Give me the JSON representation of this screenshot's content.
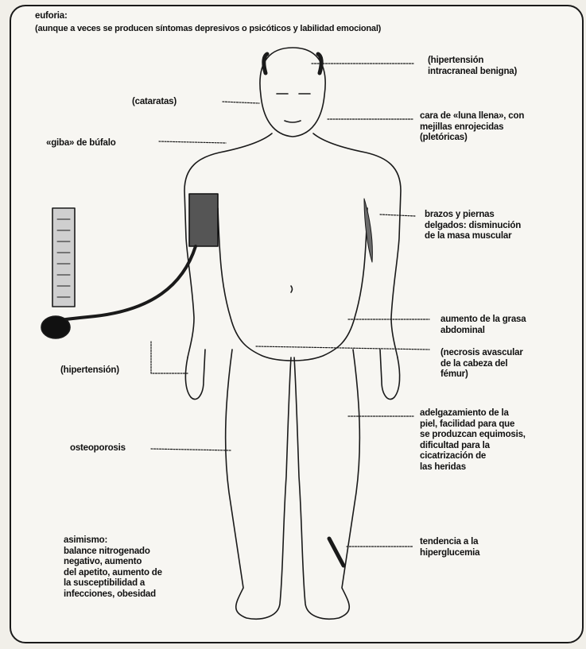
{
  "header": {
    "line1": "euforia:",
    "line2": "(aunque a veces se producen síntomas depresivos o psicóticos y labilidad emocional)"
  },
  "labels": {
    "hipertension_intracraneal": "(hipertensión\nintracraneal benigna)",
    "cataratas": "(cataratas)",
    "cara_luna_llena": "cara de «luna llena», con\nmejillas enrojecidas\n(pletóricas)",
    "giba_bufalo": "«giba» de búfalo",
    "brazos_piernas": "brazos y piernas\ndelgados: disminución\nde la masa muscular",
    "grasa_abdominal": "aumento de la grasa\nabdominal",
    "necrosis": "(necrosis avascular\nde la cabeza del\nfémur)",
    "hipertension": "(hipertensión)",
    "piel": "adelgazamiento de la\npiel, facilidad para que\nse produzcan equimosis,\ndificultad para la\ncicatrización de\nlas heridas",
    "osteoporosis": "osteoporosis",
    "hiperglucemia": "tendencia a la\nhiperglucemia",
    "metabolismo": "asimismo:\nbalance nitrogenado\nnegativo, aumento\ndel apetito, aumento de\nla susceptibilidad a\ninfecciones, obesidad"
  }
}
